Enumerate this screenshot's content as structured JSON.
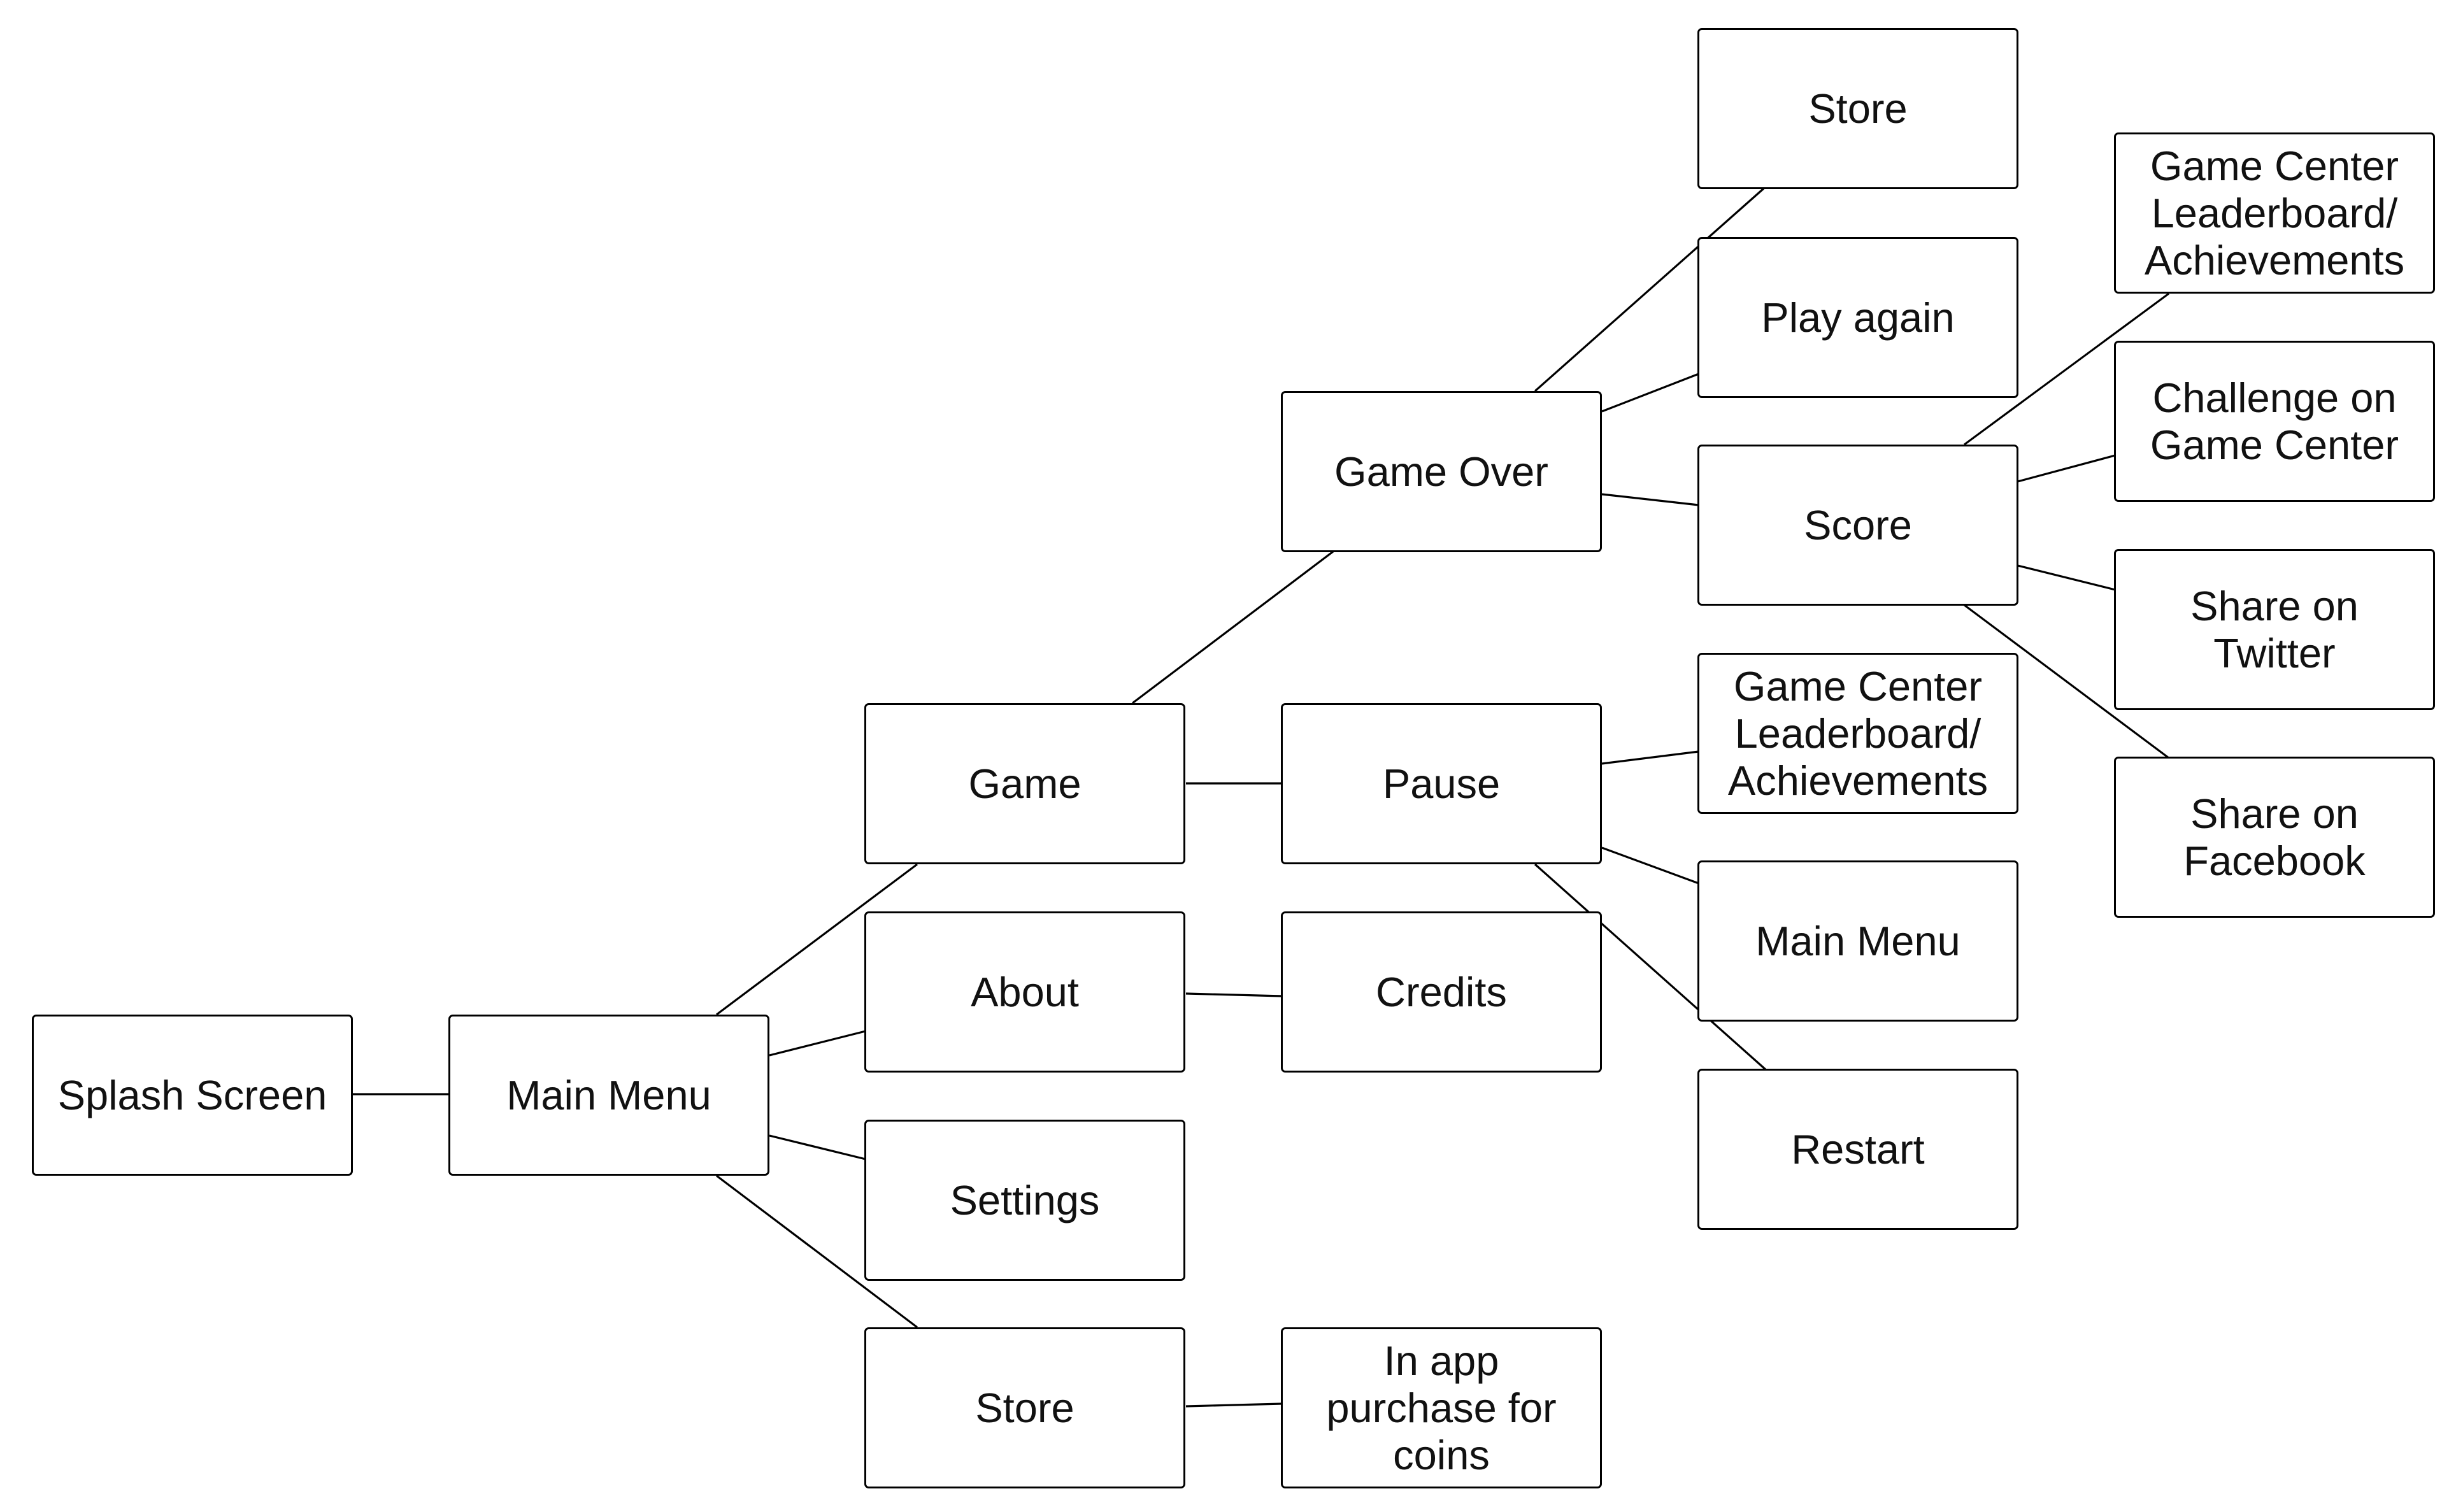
{
  "diagram": {
    "nodes": [
      {
        "id": "splash",
        "label": "Splash Screen"
      },
      {
        "id": "main_menu",
        "label": "Main Menu"
      },
      {
        "id": "game",
        "label": "Game"
      },
      {
        "id": "about",
        "label": "About"
      },
      {
        "id": "settings",
        "label": "Settings"
      },
      {
        "id": "store",
        "label": "Store"
      },
      {
        "id": "game_over",
        "label": "Game Over"
      },
      {
        "id": "pause",
        "label": "Pause"
      },
      {
        "id": "credits",
        "label": "Credits"
      },
      {
        "id": "iap",
        "label": "In app\npurchase for\ncoins"
      },
      {
        "id": "go_store",
        "label": "Store"
      },
      {
        "id": "play_again",
        "label": "Play again"
      },
      {
        "id": "score",
        "label": "Score"
      },
      {
        "id": "pause_gc",
        "label": "Game Center\nLeaderboard/\nAchievements"
      },
      {
        "id": "pause_main_menu",
        "label": "Main Menu"
      },
      {
        "id": "restart",
        "label": "Restart"
      },
      {
        "id": "score_gc",
        "label": "Game Center\nLeaderboard/\nAchievements"
      },
      {
        "id": "challenge",
        "label": "Challenge on\nGame Center"
      },
      {
        "id": "twitter",
        "label": "Share on\nTwitter"
      },
      {
        "id": "facebook",
        "label": "Share on\nFacebook"
      }
    ],
    "edges": [
      [
        "splash",
        "main_menu"
      ],
      [
        "main_menu",
        "game"
      ],
      [
        "main_menu",
        "about"
      ],
      [
        "main_menu",
        "settings"
      ],
      [
        "main_menu",
        "store"
      ],
      [
        "game",
        "game_over"
      ],
      [
        "game",
        "pause"
      ],
      [
        "about",
        "credits"
      ],
      [
        "store",
        "iap"
      ],
      [
        "game_over",
        "go_store"
      ],
      [
        "game_over",
        "play_again"
      ],
      [
        "game_over",
        "score"
      ],
      [
        "pause",
        "pause_gc"
      ],
      [
        "pause",
        "pause_main_menu"
      ],
      [
        "pause",
        "restart"
      ],
      [
        "score",
        "score_gc"
      ],
      [
        "score",
        "challenge"
      ],
      [
        "score",
        "twitter"
      ],
      [
        "score",
        "facebook"
      ]
    ]
  }
}
